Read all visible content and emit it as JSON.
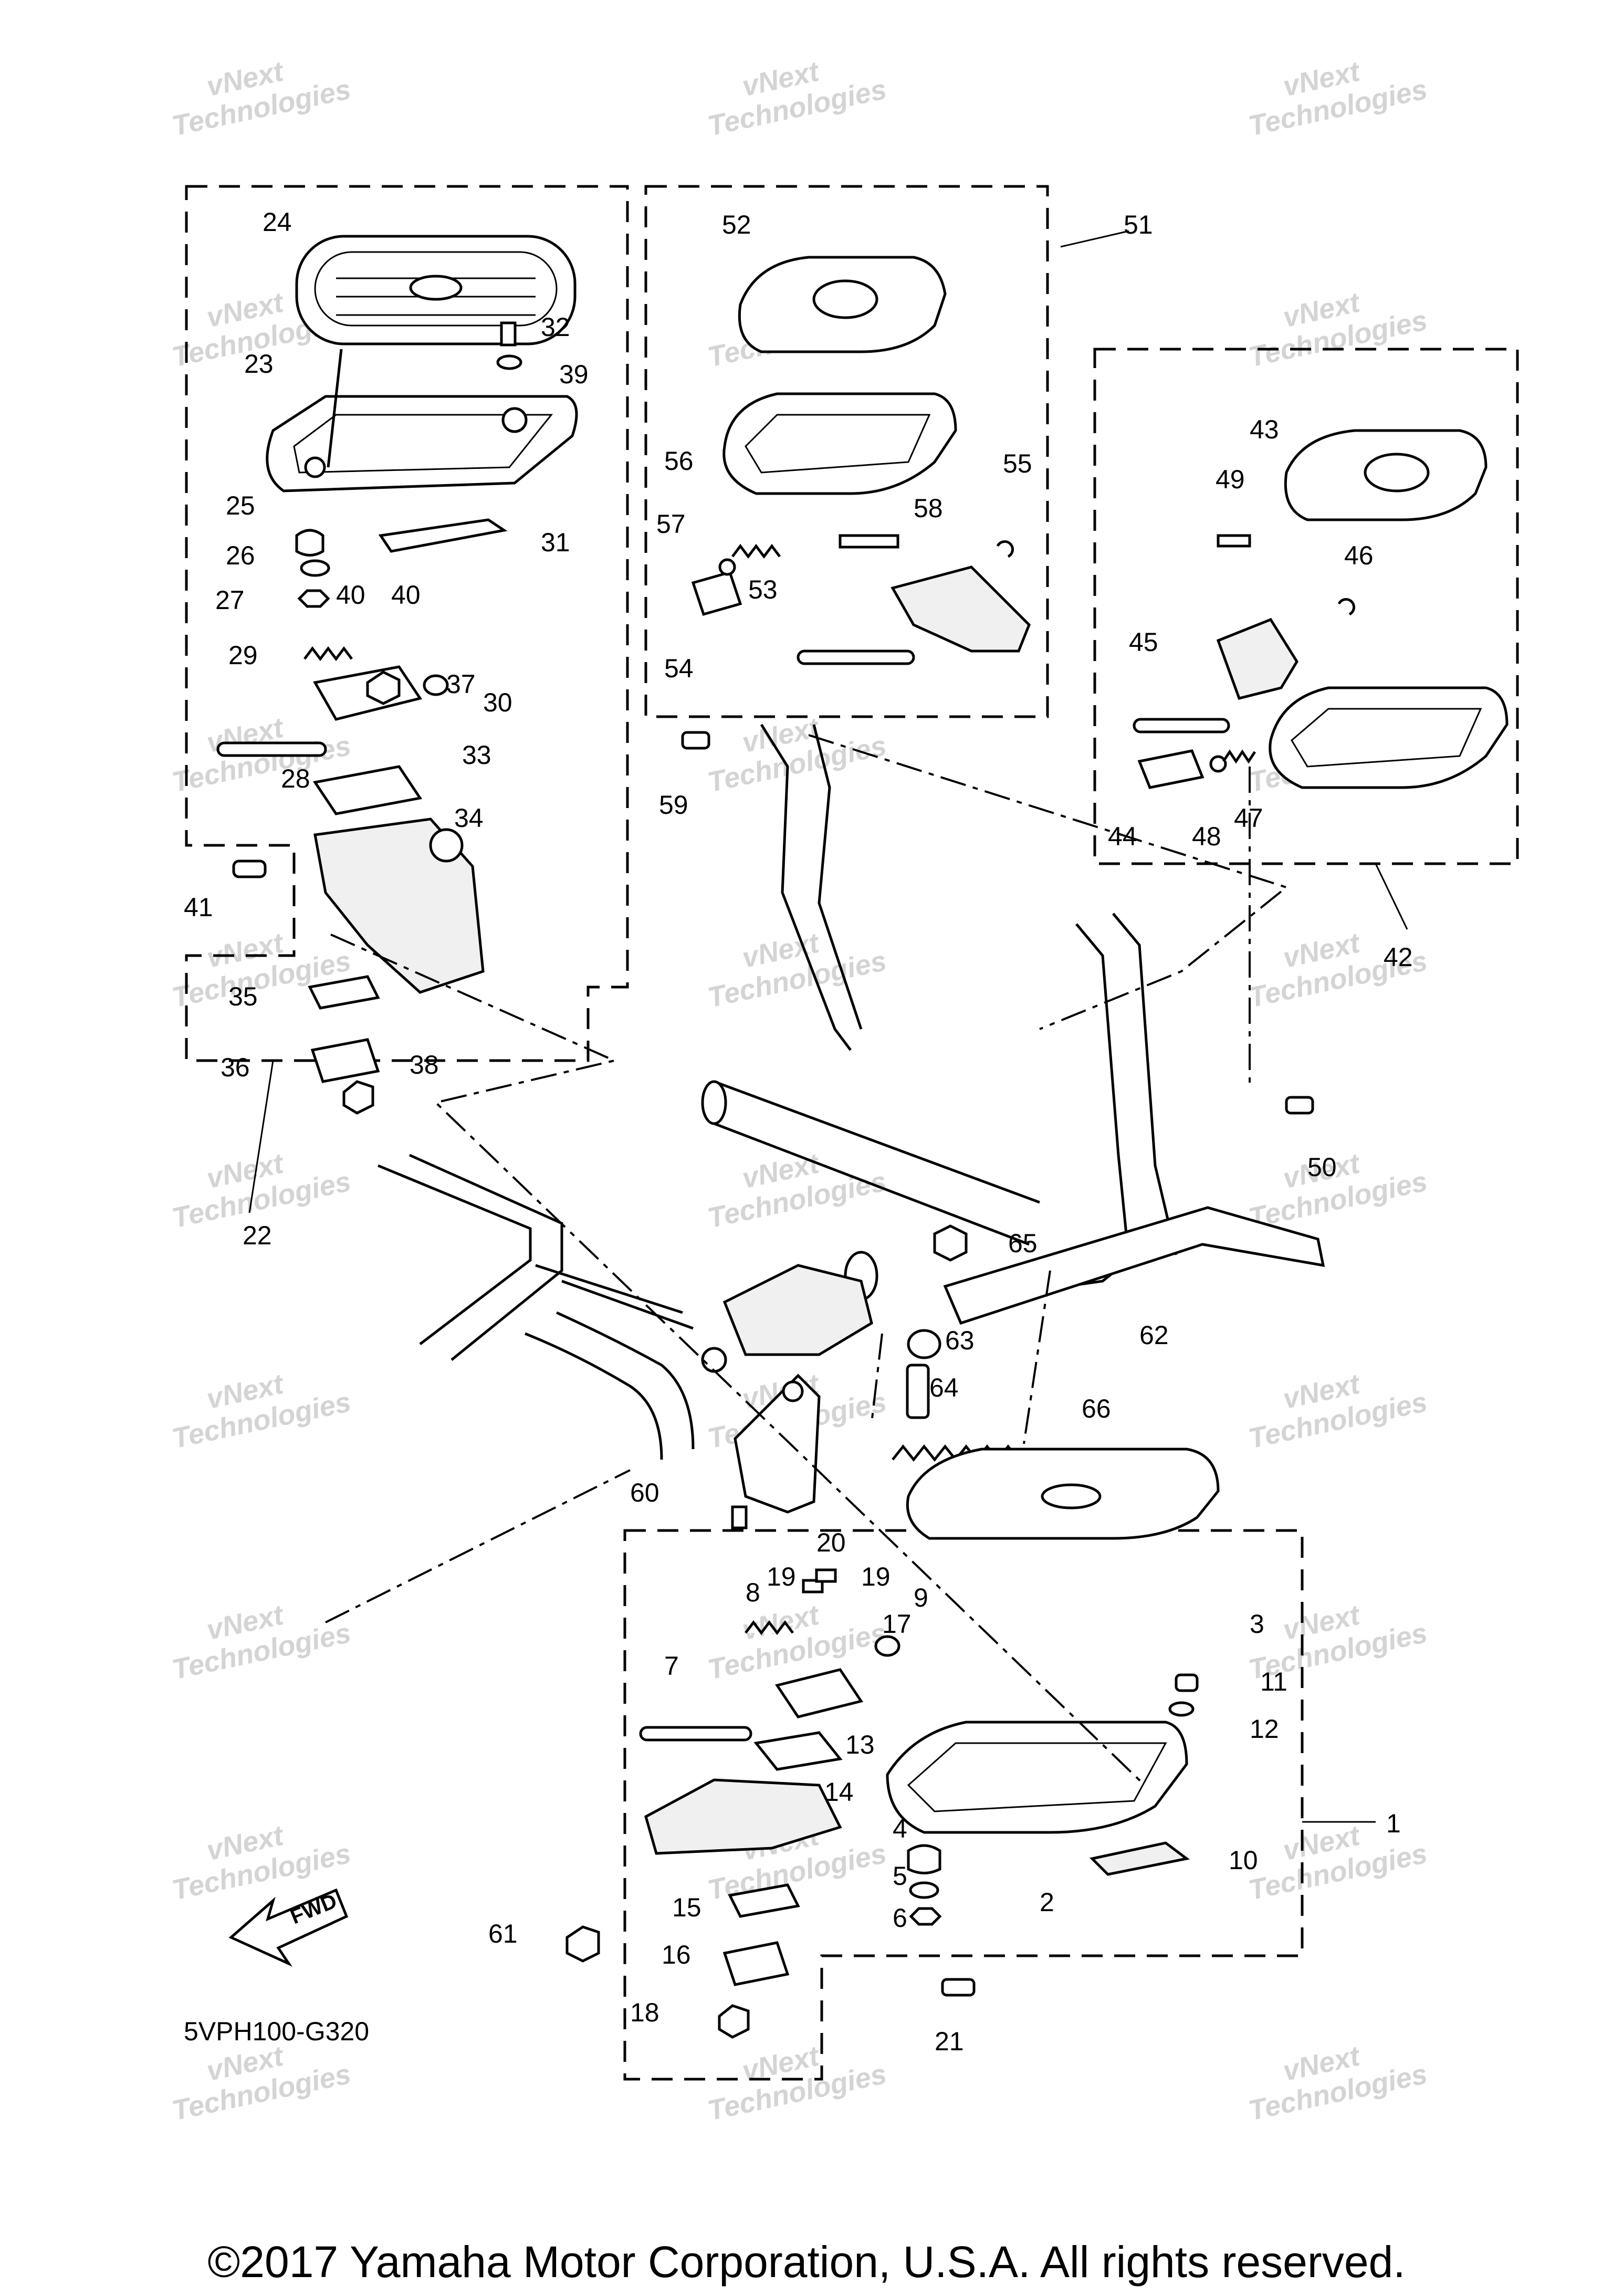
{
  "callouts": [
    "1",
    "2",
    "3",
    "4",
    "5",
    "6",
    "7",
    "8",
    "9",
    "10",
    "11",
    "12",
    "13",
    "14",
    "15",
    "16",
    "17",
    "18",
    "19",
    "19",
    "20",
    "21",
    "22",
    "23",
    "24",
    "25",
    "26",
    "27",
    "28",
    "29",
    "30",
    "31",
    "32",
    "33",
    "34",
    "35",
    "36",
    "37",
    "38",
    "39",
    "40",
    "40",
    "41",
    "42",
    "43",
    "44",
    "45",
    "46",
    "47",
    "48",
    "49",
    "50",
    "51",
    "52",
    "53",
    "54",
    "55",
    "56",
    "57",
    "58",
    "59",
    "60",
    "61",
    "62",
    "63",
    "64",
    "65",
    "66"
  ],
  "watermark": {
    "line1": "vNext",
    "line2": "Technologies"
  },
  "fwd_label": "FWD",
  "diagram_code": "5VPH100-G320",
  "copyright": "©2017 Yamaha Motor Corporation, U.S.A. All rights reserved."
}
